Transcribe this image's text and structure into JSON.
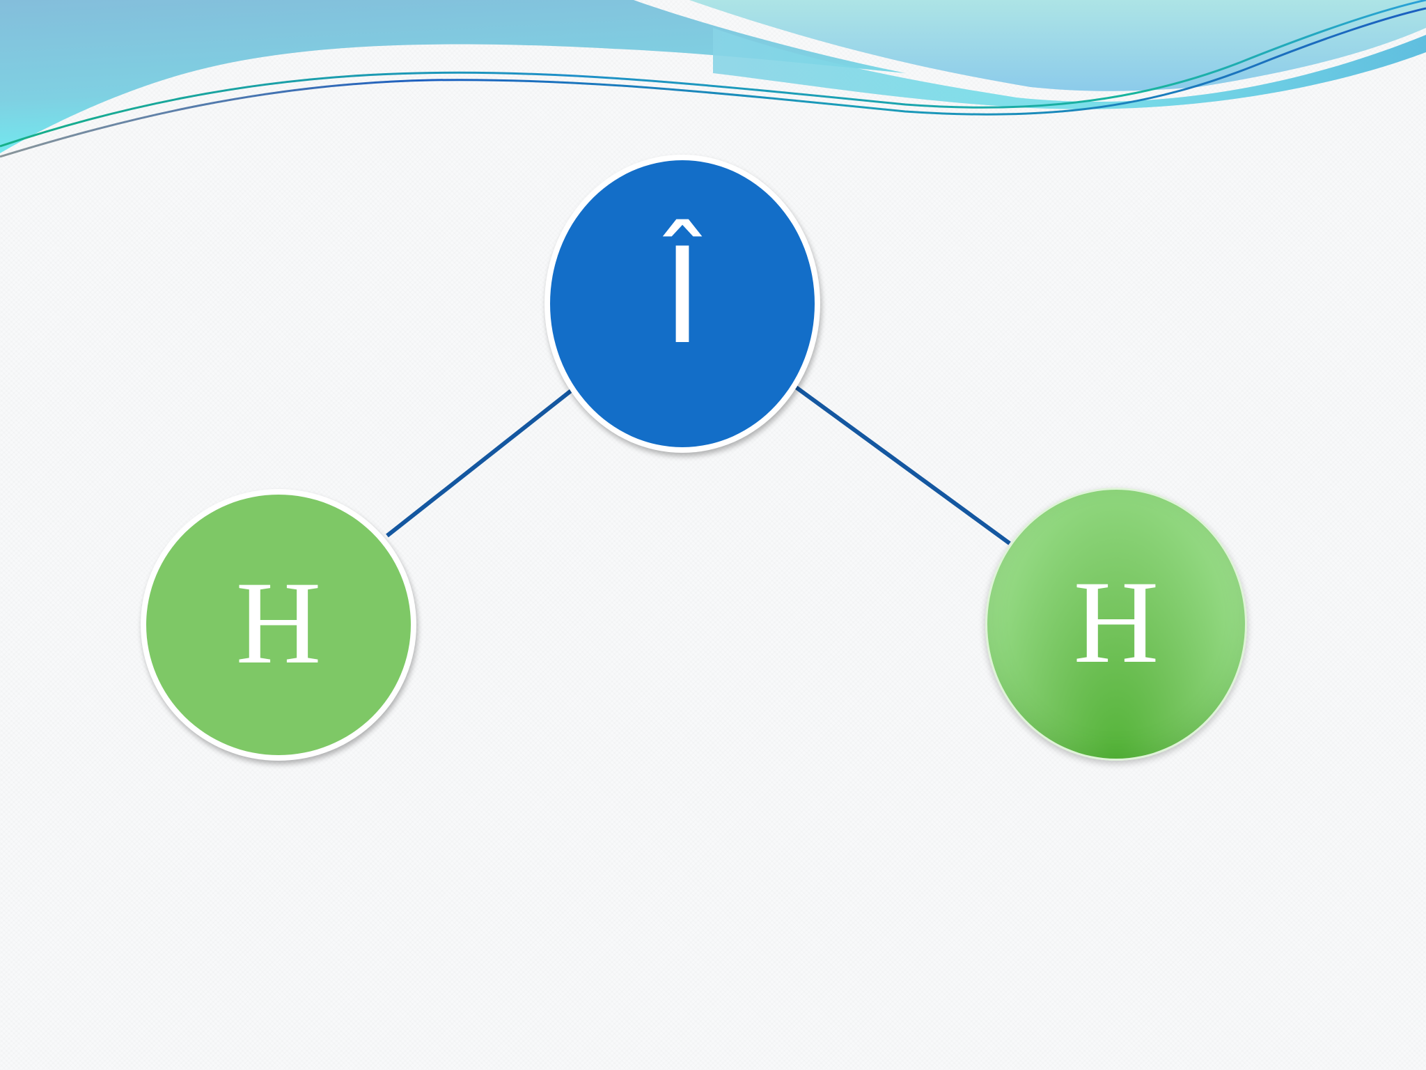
{
  "slide": {
    "background_color": "#f8f9fa",
    "banner": {
      "colors": {
        "sky_blue": "#86c3dc",
        "cyan": "#6fe6ee",
        "light_aqua": "#a9e0e6",
        "accent_line_teal": "#1aa89a",
        "accent_line_blue": "#1b5fc0",
        "accent_line_gray": "#9aa4a8"
      }
    }
  },
  "diagram": {
    "type": "molecule",
    "bond_color": "#1457a0",
    "atoms": [
      {
        "id": "center",
        "label": "Î",
        "color": "#136ec8"
      },
      {
        "id": "left",
        "label": "H",
        "color": "#7ec866"
      },
      {
        "id": "right",
        "label": "H",
        "color": "#72c25a"
      }
    ],
    "bonds": [
      {
        "from": "center",
        "to": "left"
      },
      {
        "from": "center",
        "to": "right"
      }
    ]
  }
}
